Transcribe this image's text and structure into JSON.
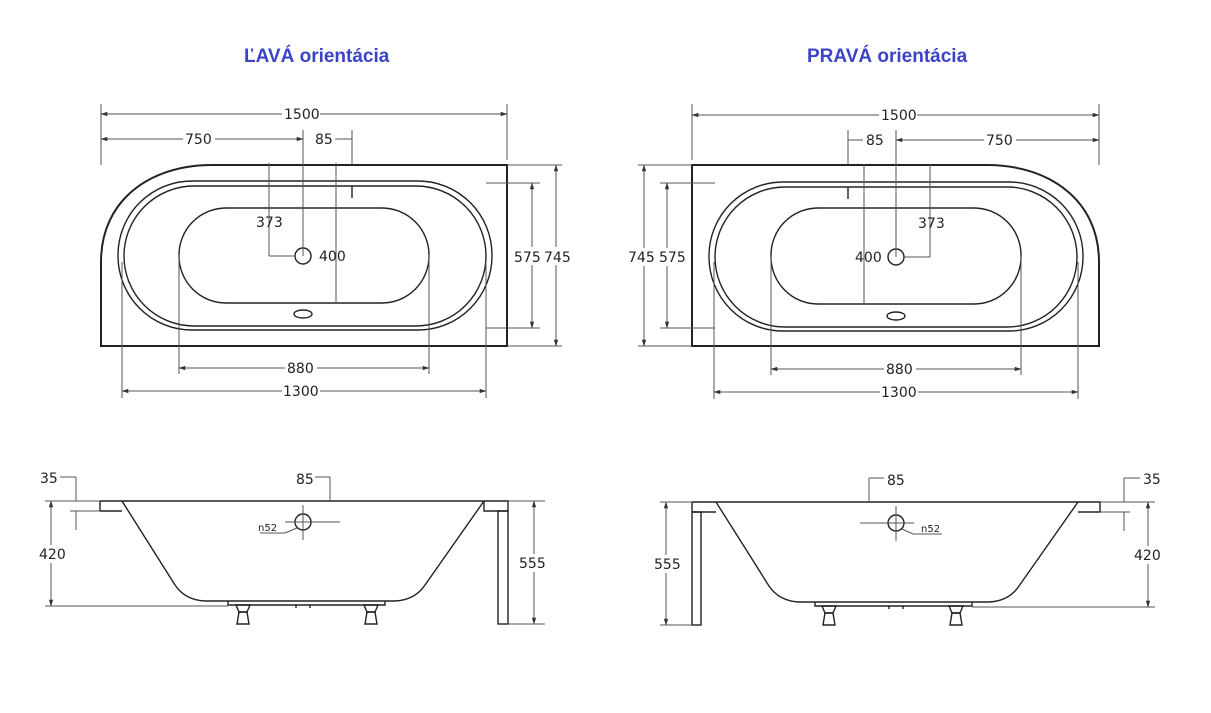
{
  "titles": {
    "left": "ĽAVÁ orientácia",
    "right": "PRAVÁ orientácia"
  },
  "dims": {
    "length": "1500",
    "half": "750",
    "rim": "85",
    "inner_w": "373",
    "inner_h": "400",
    "inner_575": "575",
    "outer_745": "745",
    "base_880": "880",
    "len_1300": "1300",
    "side_35": "35",
    "side_85": "85",
    "side_420": "420",
    "side_555": "555",
    "overflow": "n52"
  }
}
